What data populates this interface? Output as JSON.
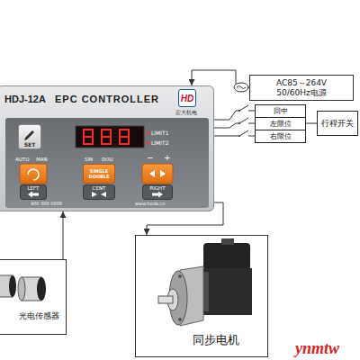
{
  "diagram": {
    "nodes": [
      {
        "text": [
          "HDJ-12A",
          "EPC CONTROLLER"
        ]
      },
      {
        "text": [
          "HD",
          "宏大机电"
        ],
        "in": 0
      },
      {
        "text": [
          "SET"
        ],
        "in": 0
      },
      {
        "text": [
          "SINGLE DOUBLE"
        ],
        "in": 0
      },
      {
        "text": [
          "LEFT"
        ],
        "in": 0
      },
      {
        "text": [
          "CENT"
        ],
        "in": 0
      },
      {
        "text": [
          "RIGHT"
        ],
        "in": 0
      },
      {
        "text": [
          "AC85～264V 50/60Hz电源"
        ]
      },
      {
        "text": [
          "回中"
        ]
      },
      {
        "text": [
          "左限位"
        ]
      },
      {
        "text": [
          "右限位"
        ]
      },
      {
        "text": [
          "行程开关"
        ]
      },
      {
        "text": [
          "同步电机"
        ]
      },
      {
        "text": [
          "光电传感器"
        ]
      }
    ],
    "edges": [
      {
        "from": 7,
        "to": 0,
        "arrow": "to"
      },
      {
        "from": 0,
        "to": 8,
        "arrow": "none"
      },
      {
        "from": 0,
        "to": 9,
        "arrow": "none"
      },
      {
        "from": 0,
        "to": 10,
        "arrow": "none"
      },
      {
        "from": 9,
        "to": 11,
        "arrow": "none"
      },
      {
        "from": 0,
        "to": 12,
        "arrow": "to"
      },
      {
        "from": 13,
        "to": 0,
        "arrow": "to"
      }
    ],
    "labels": [
      "LIMIT1",
      "LIMIT2",
      "AUTO",
      "MAN",
      "SIN",
      "DOU",
      "−",
      "+",
      "400 000 0000",
      "www.hoda.cn",
      "ynmtw"
    ]
  }
}
